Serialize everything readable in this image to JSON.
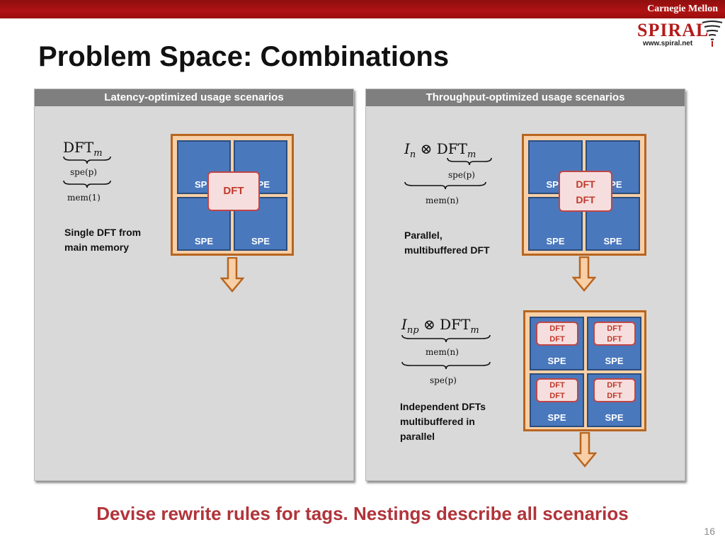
{
  "header": {
    "institution": "Carnegie Mellon",
    "logo_word": "SPIRAL",
    "logo_url": "www.spiral.net"
  },
  "title": "Problem Space: Combinations",
  "left_panel": {
    "heading": "Latency-optimized usage scenarios",
    "formula": {
      "main": "DFT",
      "sub": "m",
      "brace1": "spe(p)",
      "brace2": "mem(1)"
    },
    "description": [
      "Single DFT from",
      "main memory"
    ],
    "grid": {
      "spe_label": "SPE",
      "dft_label": "DFT"
    }
  },
  "right_panel": {
    "heading": "Throughput-optimized usage scenarios",
    "formula1": {
      "main_pre": "I",
      "main_pre_sub": "n",
      "op": " ⊗ DFT",
      "sub": "m",
      "brace1": "spe(p)",
      "brace2": "mem(n)"
    },
    "description1": [
      "Parallel,",
      "multibuffered DFT"
    ],
    "grid1": {
      "spe_label": "SPE",
      "dft_label": "DFT"
    },
    "formula2": {
      "main_pre": "I",
      "main_pre_sub": "np",
      "op": " ⊗ DFT",
      "sub": "m",
      "brace1": "mem(n)",
      "brace2": "spe(p)"
    },
    "description2": [
      "Independent DFTs",
      "multibuffered in",
      "parallel"
    ],
    "grid2": {
      "spe_label": "SPE",
      "dft_label": "DFT"
    }
  },
  "bottom_text": "Devise rewrite rules for tags. Nestings describe all scenarios",
  "page_number": "16",
  "colors": {
    "accent_red": "#b0343a",
    "spe_blue": "#4a78bd",
    "grid_orange": "#f8cfa6",
    "dft_pink": "#f6dede"
  }
}
